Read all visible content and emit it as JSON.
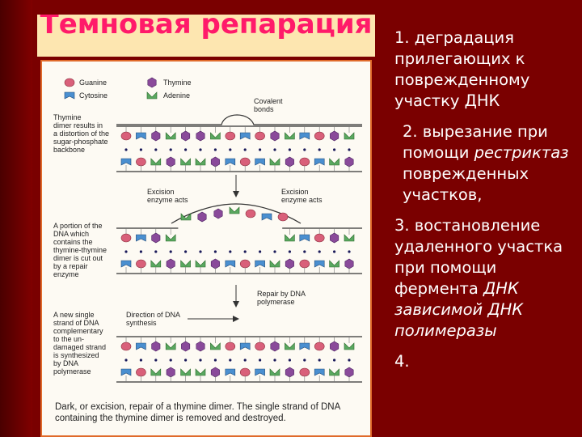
{
  "title": "Темновая репарация",
  "legend": {
    "guanine": "Guanine",
    "thymine": "Thymine",
    "cytosine": "Cytosine",
    "adenine": "Adenine"
  },
  "figure_labels": {
    "covalent_bonds": "Covalent bonds",
    "dimer_note": [
      "Thymine",
      "dimer results in",
      "a distortion of the",
      "sugar-phosphate",
      "backbone"
    ],
    "excision_left": [
      "Excision",
      "enzyme acts"
    ],
    "excision_right": [
      "Excision",
      "enzyme acts"
    ],
    "portion_note": [
      "A portion of the",
      "DNA which",
      "contains the",
      "thymine-thymine",
      "dimer is cut out",
      "by a repair",
      "enzyme"
    ],
    "repair_note": [
      "Repair by DNA",
      "polymerase"
    ],
    "direction_note": [
      "Direction of DNA",
      "synthesis"
    ],
    "new_strand_note": [
      "A new single",
      "strand of DNA",
      "complementary",
      "to the un-",
      "damaged strand",
      "is synthesized",
      "by DNA",
      "polymerase"
    ]
  },
  "caption": "Dark, or excision, repair of a thymine dimer. The single strand of DNA containing the thymine dimer is removed and destroyed.",
  "steps": {
    "s1": "1. деградация прилегающих к поврежденному участку ДНК",
    "s2_prefix": "2. вырезание при помощи ",
    "s2_italic": "рестриктаз",
    "s2_suffix": " поврежденных участков,",
    "s3_prefix": "3. востановление удаленного участка при помощи фермента ",
    "s3_italic": "ДНК зависимой ДНК полимеразы",
    "s4": "4."
  },
  "colors": {
    "background": "#7a0000",
    "title_box": "#fde6b0",
    "title_text": "#ff1a6a",
    "guanine": "#d9607a",
    "thymine": "#8a4a9a",
    "cytosine": "#4a8fd0",
    "adenine": "#5aa860"
  }
}
